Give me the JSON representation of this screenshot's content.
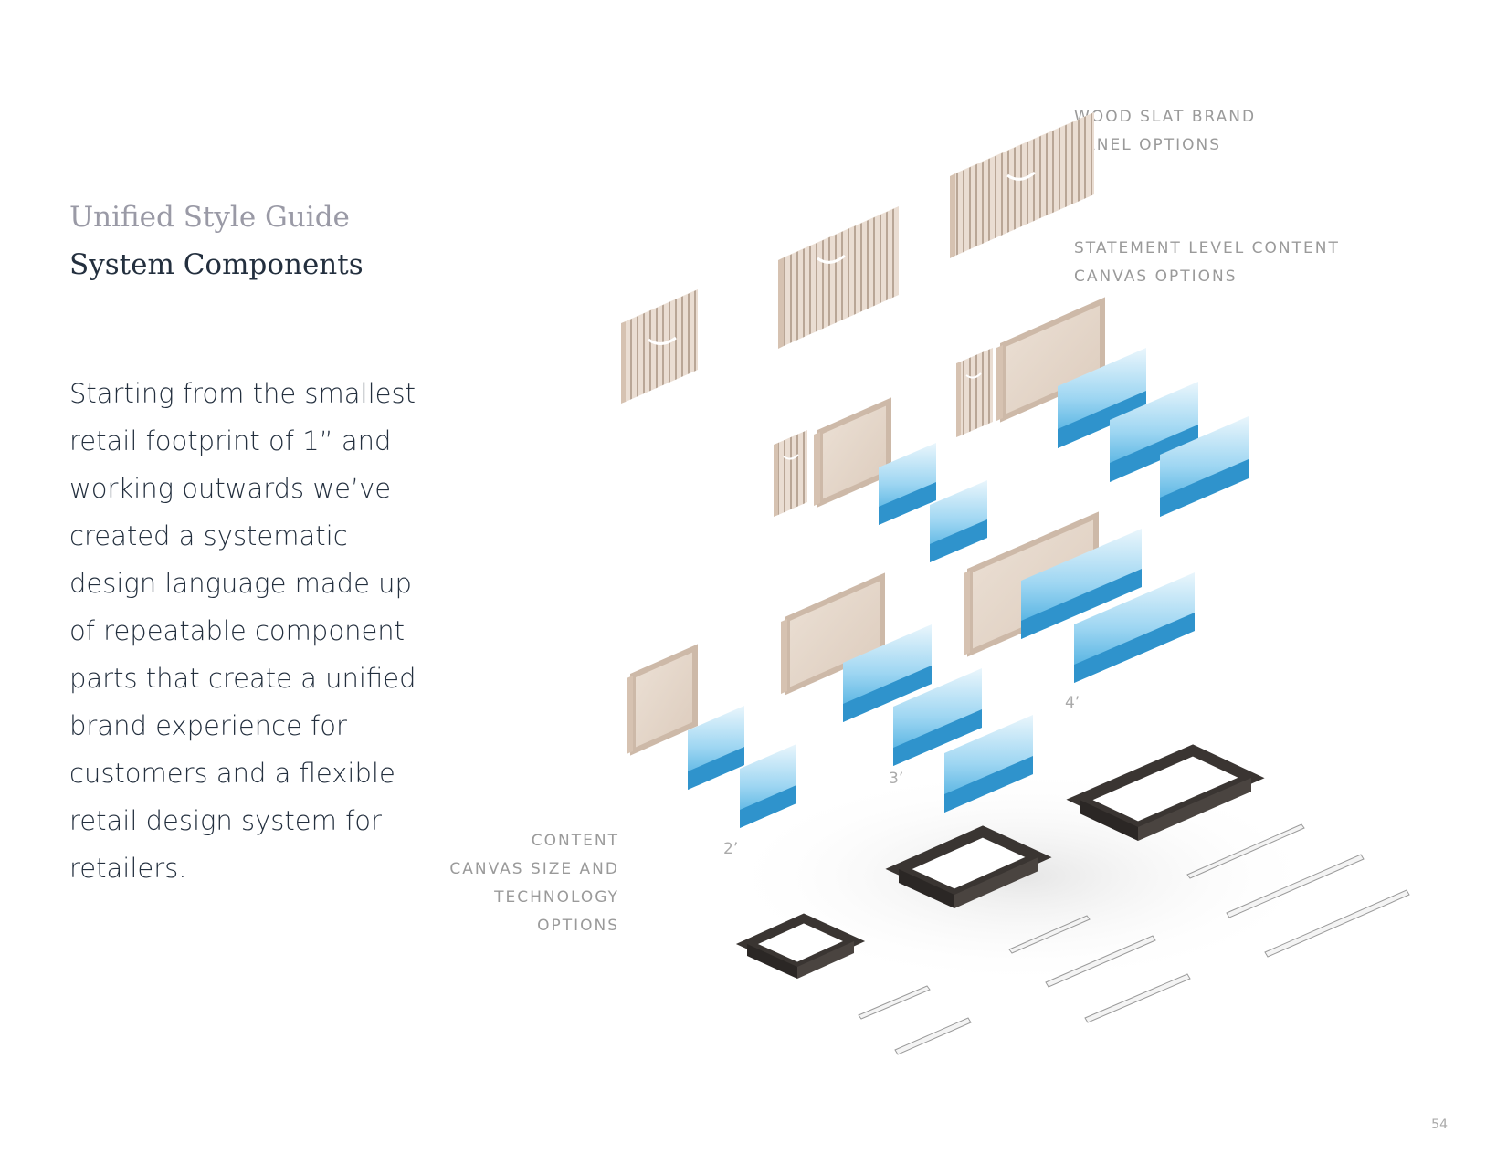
{
  "header": {
    "eyebrow": "Unified Style Guide",
    "title": "System Components"
  },
  "body": {
    "paragraph": "Starting from the smallest retail footprint of 1” and working outwards we’ve created a systematic design language made up of repeatable component parts that create a unified brand experience for customers and a flexible retail design system for retailers."
  },
  "labels": {
    "wood_slat_1": "WOOD SLAT BRAND",
    "wood_slat_2": "PANEL OPTIONS",
    "statement_1": "STATEMENT LEVEL CONTENT",
    "statement_2": "CANVAS OPTIONS",
    "content_1": "CONTENT",
    "content_2": "CANVAS SIZE AND",
    "content_3": "TECHNOLOGY",
    "content_4": "OPTIONS"
  },
  "sizes": {
    "two_ft": "2’",
    "three_ft": "3’",
    "four_ft": "4’"
  },
  "footer": {
    "page_number": "54"
  },
  "colors": {
    "wood": "#e8d9cc",
    "wood_side": "#d9c6b6",
    "screen": "#5bb8e6",
    "dark_base": "#3a3532",
    "label_gray": "#9a9a9a",
    "heading_dark": "#232f3e"
  }
}
